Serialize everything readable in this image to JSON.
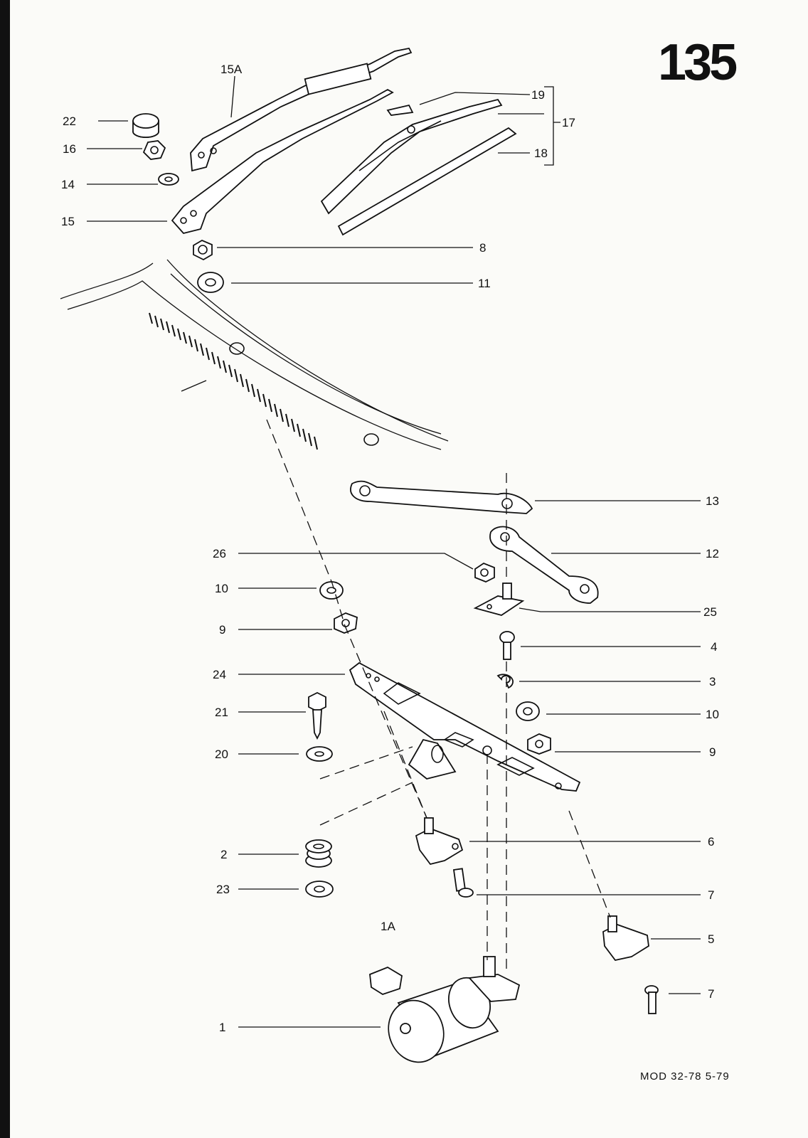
{
  "page_number": "135",
  "footer": "MOD 32-78  5-79",
  "labels": {
    "l15A": "15A",
    "l22": "22",
    "l16": "16",
    "l14": "14",
    "l15": "15",
    "l19": "19",
    "l17": "17",
    "l18": "18",
    "l8": "8",
    "l11": "11",
    "l13": "13",
    "l12": "12",
    "l26": "26",
    "l25": "25",
    "l10a": "10",
    "l10b": "10",
    "l9a": "9",
    "l9b": "9",
    "l4": "4",
    "l24": "24",
    "l3": "3",
    "l21": "21",
    "l20": "20",
    "l6": "6",
    "l2": "2",
    "l7a": "7",
    "l23": "23",
    "l5": "5",
    "l1A": "1A",
    "l7b": "7",
    "l1": "1"
  }
}
